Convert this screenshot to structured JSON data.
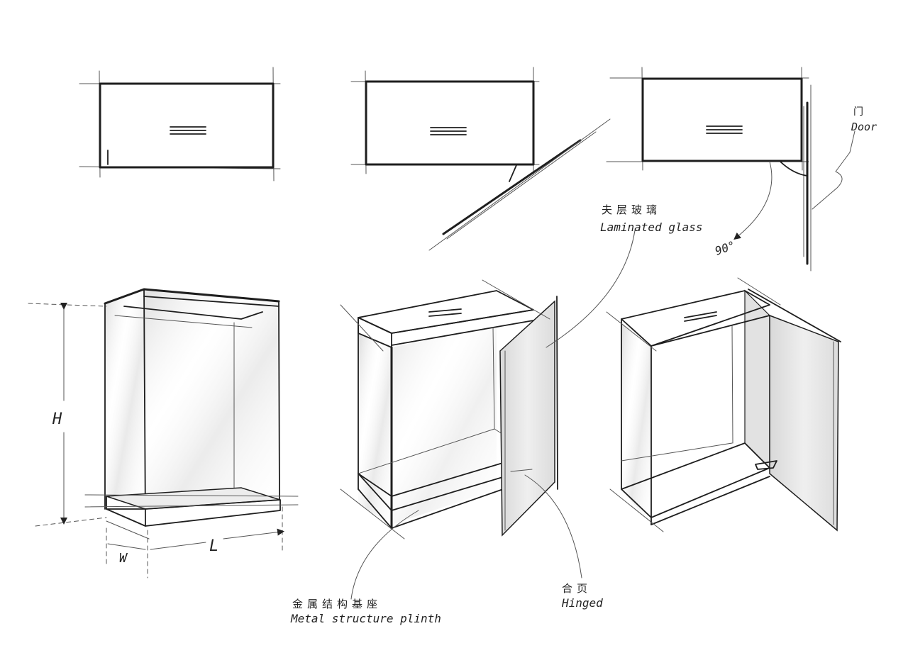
{
  "labels": {
    "laminated_glass_cn": "夫层玻璃",
    "laminated_glass_en": "Laminated glass",
    "door_cn": "门",
    "door_en": "Door",
    "angle": "90°",
    "plinth_cn": "金属结构基座",
    "plinth_en": "Metal structure plinth",
    "hinged_cn": "合页",
    "hinged_en": "Hinged",
    "dim_height": "H",
    "dim_width": "W",
    "dim_length": "L"
  },
  "colors": {
    "ink": "#1e1e1e",
    "glass_shade": "#c8c8c8",
    "door_panel": "#e6e6e6"
  }
}
